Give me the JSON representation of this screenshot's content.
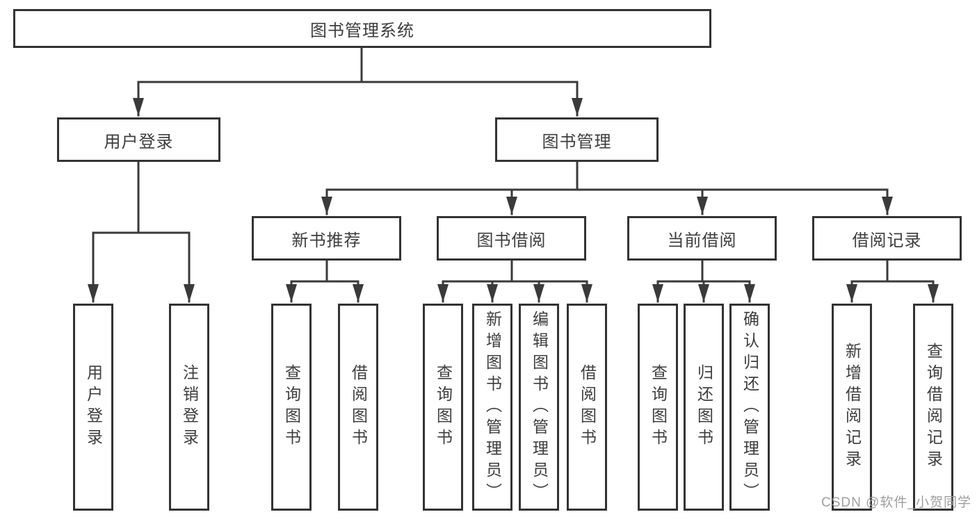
{
  "tree": {
    "label": "图书管理系统",
    "children": [
      {
        "label": "用户登录",
        "children": [
          {
            "label": "用户登录"
          },
          {
            "label": "注销登录"
          }
        ]
      },
      {
        "label": "图书管理",
        "children": [
          {
            "label": "新书推荐",
            "children": [
              {
                "label": "查询图书"
              },
              {
                "label": "借阅图书"
              }
            ]
          },
          {
            "label": "图书借阅",
            "children": [
              {
                "label": "查询图书"
              },
              {
                "label": "新增图书（管理员）"
              },
              {
                "label": "编辑图书（管理员）"
              },
              {
                "label": "借阅图书"
              }
            ]
          },
          {
            "label": "当前借阅",
            "children": [
              {
                "label": "查询图书"
              },
              {
                "label": "归还图书"
              },
              {
                "label": "确认归还（管理员）"
              }
            ]
          },
          {
            "label": "借阅记录",
            "children": [
              {
                "label": "新增借阅记录"
              },
              {
                "label": "查询借阅记录"
              }
            ]
          }
        ]
      }
    ]
  },
  "watermark": {
    "text": "CSDN @软件_小贺同学"
  },
  "colors": {
    "line": "#3a3a3a",
    "border": "#333333",
    "text": "#3d3d3d",
    "background": "#ffffff",
    "watermark": "#9e9e9e"
  }
}
